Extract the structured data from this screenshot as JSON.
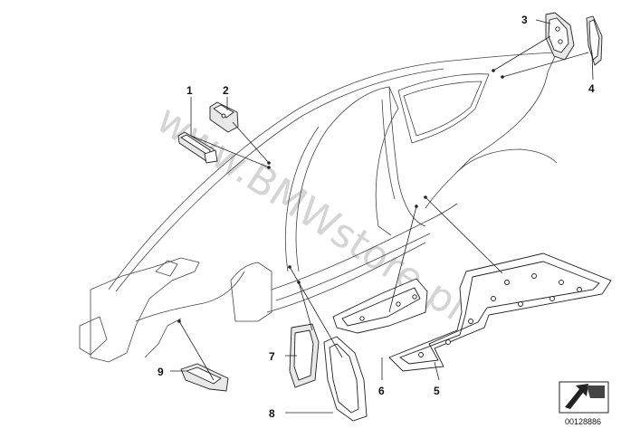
{
  "callouts": [
    {
      "id": "1",
      "label": "1"
    },
    {
      "id": "2",
      "label": "2"
    },
    {
      "id": "3",
      "label": "3"
    },
    {
      "id": "4",
      "label": "4"
    },
    {
      "id": "5",
      "label": "5"
    },
    {
      "id": "6",
      "label": "6"
    },
    {
      "id": "7",
      "label": "7"
    },
    {
      "id": "8",
      "label": "8"
    },
    {
      "id": "9",
      "label": "9"
    }
  ],
  "watermark": "www.BMWstore.pl",
  "document_number": "00128886",
  "icon": "arrow-box-icon",
  "colors": {
    "line": "#222222",
    "watermark": "#b9b9b9",
    "background": "#ffffff"
  }
}
